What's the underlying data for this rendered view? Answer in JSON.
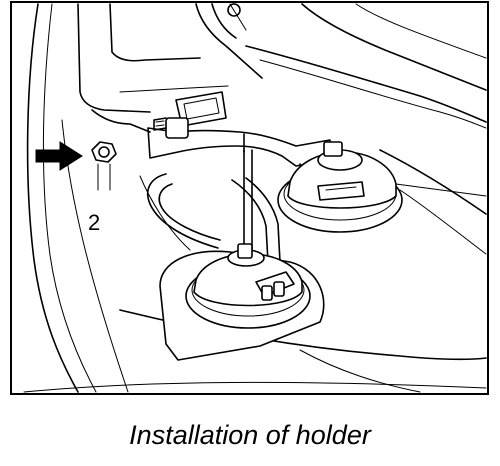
{
  "figure": {
    "callouts": [
      {
        "id": "nut",
        "label": "2"
      }
    ],
    "caption": "Installation of holder"
  }
}
